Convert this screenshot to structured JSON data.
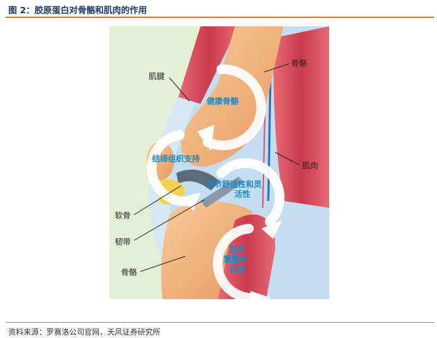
{
  "figure": {
    "title": "图 2：胶原蛋白对骨骼和肌肉的作用",
    "source": "资料来源：罗赛洛公司官网，天风证券研究所"
  },
  "labels": {
    "bone_top": "骨骼",
    "tendon": "肌腱",
    "muscle_right": "肌肉",
    "cartilage": "软骨",
    "ligament": "韧带",
    "bone_bottom": "骨骼"
  },
  "inner_labels": {
    "healthy_bone": "健康骨骼",
    "connective_tissue": "结缔组织支持",
    "joint_line1": "关节舒适性和灵",
    "joint_line2": "活性",
    "muscle_line1": "肌肉",
    "muscle_line2": "重量和",
    "muscle_line3": "强度"
  },
  "colors": {
    "title": "#1f3a6e",
    "rule": "#e07b39",
    "panel": "#e4f0d6",
    "inner_text": "#1e88c9",
    "muscle": "#d94a5a",
    "bone": "#f2b27a"
  }
}
